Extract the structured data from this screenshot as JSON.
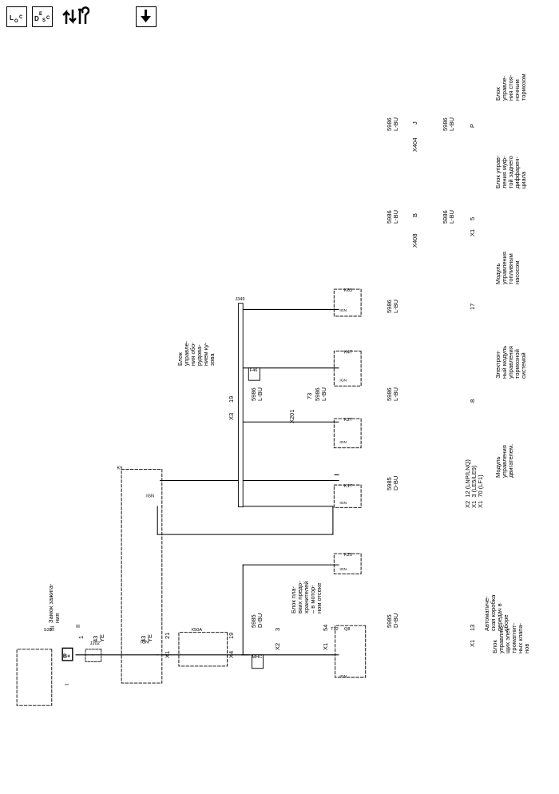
{
  "toolbar": {
    "loc_icon": {
      "top": "L",
      "sub": "O",
      "sub2": "C"
    },
    "desc_icon": {
      "top": "D",
      "sub": "E",
      "sub2": "S",
      "sub3": "C"
    },
    "tools_icon": "tools-icon",
    "download_icon": "down-arrow-icon"
  },
  "battery": {
    "label": "B+"
  },
  "ignition_switch": {
    "ref": "S39",
    "name": "Замок зажига-\nния",
    "positions": [
      "III",
      "II",
      "I"
    ],
    "pin": "1"
  },
  "wire_main": {
    "gauge": "43",
    "color": "YE"
  },
  "splice_j202": {
    "ref": "J202"
  },
  "bcm": {
    "ref": "K9",
    "name": "Блок\nуправле-\nния обо-\nрудова-\nнием ку-\nзова",
    "conn_x1": "X1",
    "pin_x1": "21",
    "conn_x4": "X4",
    "pin_x4": "19",
    "conn_x3": "X3",
    "pin_x3": "19",
    "ign_label": "IGN"
  },
  "wire_5985": {
    "num": "5985",
    "color": "D-BU"
  },
  "wire_5986": {
    "num": "5986",
    "color": "L-BU"
  },
  "fuse_block": {
    "ref": "X50A",
    "name": "Блок пла-\nвких предо-\nхранителей\n– в мотор-\nном отсеке",
    "conn_in": "X2",
    "pin_in": "3",
    "conn_out": "X1",
    "pin_out": "54"
  },
  "mhc_box": {
    "label": "MHC"
  },
  "inline_x201": {
    "ref": "X201",
    "pin": "73"
  },
  "inline_x408": {
    "ref": "X408",
    "pin": "B"
  },
  "inline_x404": {
    "ref": "X404",
    "pin": "J"
  },
  "splice_j349": {
    "ref": "J349"
  },
  "fuse_f46": {
    "label": "F46"
  },
  "modules": [
    {
      "ref": "T12",
      "name": "Автоматиче-\nская коробка\nпередач в\nсборе"
    },
    {
      "ref": "Q8",
      "name": "Блок\nуправляю-\nщих элек-\nтромагнит-\nных клапа-\nнов",
      "conn": "X1",
      "pin": "13",
      "ign": "IGN"
    },
    {
      "ref": "K20",
      "name": "Модуль\nуправления\nдвигателем.",
      "pins": [
        "X2  12 (LNP/LNQ)",
        "X1  3 (LE5/LE9)",
        "X1  70 (LF1)"
      ],
      "ign": "IGN"
    },
    {
      "ref": "K17",
      "name": "Электрон-\nный модуль\nуправления\nтормозной\nсистемой",
      "pin": "8",
      "ign": "IGN"
    },
    {
      "ref": "K27",
      "name": "Модуль\nуправления\nтопливным\nнасосом",
      "pin": "17",
      "ign": "IGN"
    },
    {
      "ref": "K47",
      "name": "Блок управ-\nления муф-\nтой заднего\nдиффарен-\nциала",
      "conn": "X1",
      "pin": "5",
      "ign": "IGN"
    },
    {
      "ref": "K63",
      "name": "Блок\nуправле-\nния стоя-\nночным\nтормозом",
      "pin": "P",
      "ign": "IGN"
    }
  ]
}
